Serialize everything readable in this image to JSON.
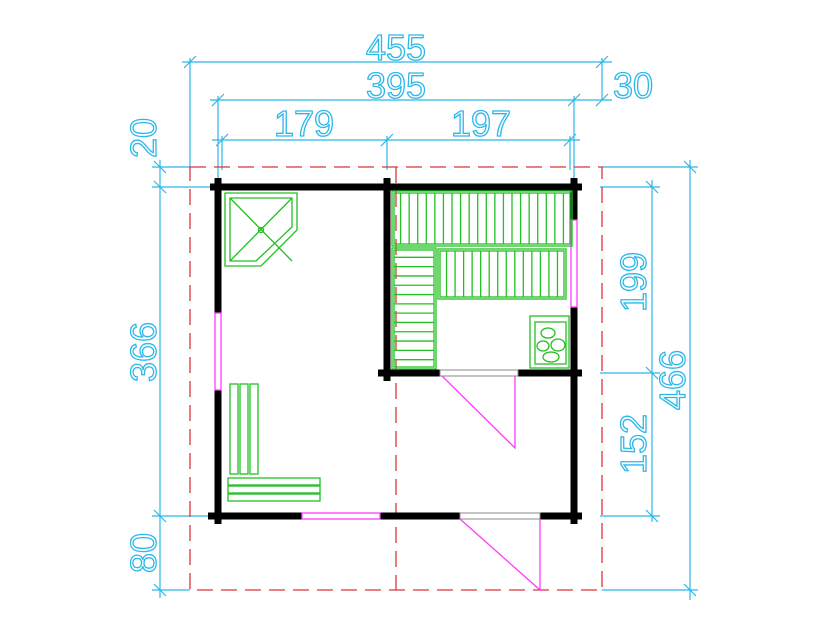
{
  "title": "Floor plan with sauna",
  "dimensions": {
    "overall_width": "455",
    "inner_width": "395",
    "overhang_right": "30",
    "room_left_width": "179",
    "room_right_width": "197",
    "overhang_top": "20",
    "inner_depth": "366",
    "overhang_bottom": "80",
    "sauna_depth": "199",
    "front_room_depth": "152",
    "overall_depth": "466"
  },
  "colors": {
    "dimension": "#2bb8e8",
    "roof_outline": "#d8363a",
    "furniture": "#22c022",
    "openings": "#ff3cff",
    "walls": "#000000"
  }
}
